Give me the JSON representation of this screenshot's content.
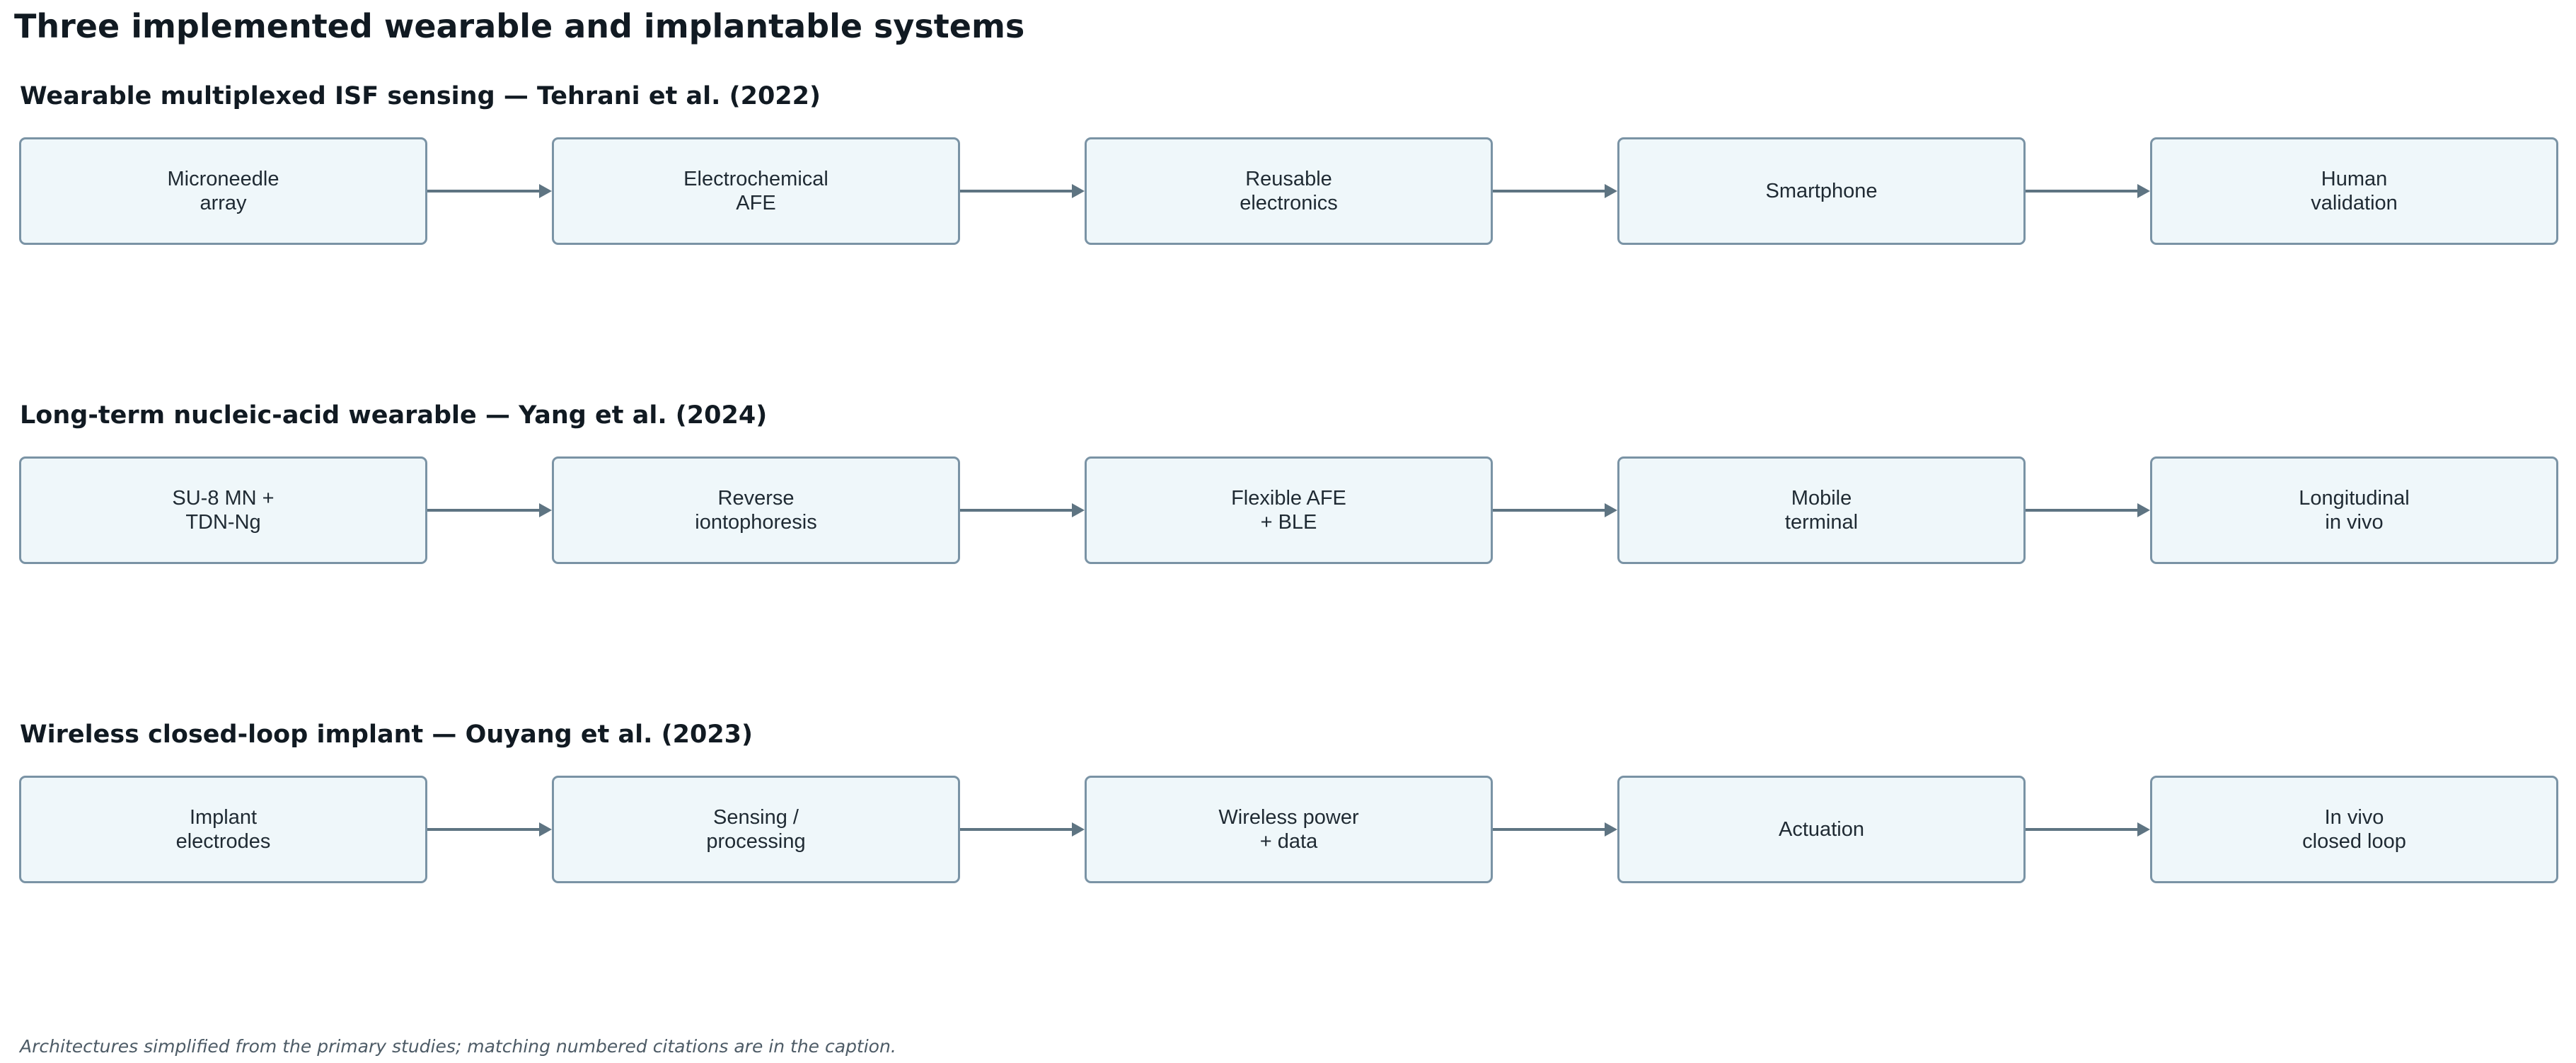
{
  "title": "Three implemented wearable and implantable systems",
  "rows": [
    {
      "heading": "Wearable multiplexed ISF sensing — Tehrani et al. (2022)",
      "stages": [
        "Microneedle\narray",
        "Electrochemical\nAFE",
        "Reusable\nelectronics",
        "Smartphone",
        "Human\nvalidation"
      ]
    },
    {
      "heading": "Long-term nucleic-acid wearable — Yang et al. (2024)",
      "stages": [
        "SU-8 MN +\nTDN-Ng",
        "Reverse\niontophoresis",
        "Flexible AFE\n+ BLE",
        "Mobile\nterminal",
        "Longitudinal\nin vivo"
      ]
    },
    {
      "heading": "Wireless closed-loop implant — Ouyang et al. (2023)",
      "stages": [
        "Implant\nelectrodes",
        "Sensing /\nprocessing",
        "Wireless power\n+ data",
        "Actuation",
        "In vivo\nclosed loop"
      ]
    }
  ],
  "footnote": "Architectures simplified from the primary studies; matching numbered citations are in the caption."
}
